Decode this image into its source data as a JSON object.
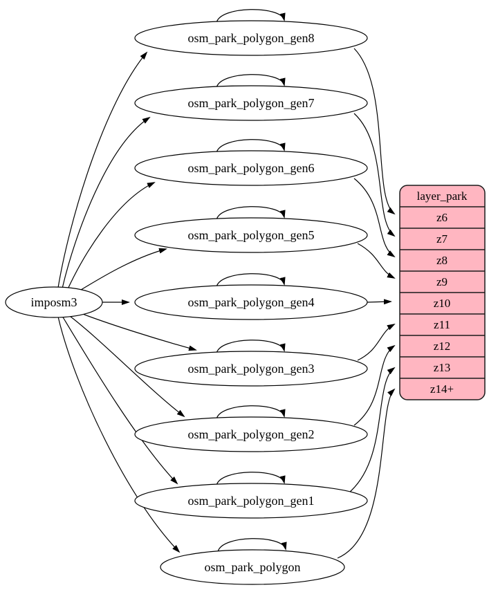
{
  "colors": {
    "background": "#ffffff",
    "node_fill": "#ffffff",
    "node_stroke": "#000000",
    "edge": "#000000",
    "text": "#000000",
    "layer_table_fill": "#ffb6c1",
    "layer_table_stroke": "#1a1a1a"
  },
  "source": {
    "label": "imposm3"
  },
  "tables": [
    {
      "label": "osm_park_polygon_gen8"
    },
    {
      "label": "osm_park_polygon_gen7"
    },
    {
      "label": "osm_park_polygon_gen6"
    },
    {
      "label": "osm_park_polygon_gen5"
    },
    {
      "label": "osm_park_polygon_gen4"
    },
    {
      "label": "osm_park_polygon_gen3"
    },
    {
      "label": "osm_park_polygon_gen2"
    },
    {
      "label": "osm_park_polygon_gen1"
    },
    {
      "label": "osm_park_polygon"
    }
  ],
  "layer": {
    "title": "layer_park",
    "rows": [
      {
        "label": "z6"
      },
      {
        "label": "z7"
      },
      {
        "label": "z8"
      },
      {
        "label": "z9"
      },
      {
        "label": "z10"
      },
      {
        "label": "z11"
      },
      {
        "label": "z12"
      },
      {
        "label": "z13"
      },
      {
        "label": "z14+"
      }
    ]
  },
  "edges": [
    {
      "from": "imposm3",
      "to": "osm_park_polygon_gen8"
    },
    {
      "from": "imposm3",
      "to": "osm_park_polygon_gen7"
    },
    {
      "from": "imposm3",
      "to": "osm_park_polygon_gen6"
    },
    {
      "from": "imposm3",
      "to": "osm_park_polygon_gen5"
    },
    {
      "from": "imposm3",
      "to": "osm_park_polygon_gen4"
    },
    {
      "from": "imposm3",
      "to": "osm_park_polygon_gen3"
    },
    {
      "from": "imposm3",
      "to": "osm_park_polygon_gen2"
    },
    {
      "from": "imposm3",
      "to": "osm_park_polygon_gen1"
    },
    {
      "from": "imposm3",
      "to": "osm_park_polygon"
    },
    {
      "from": "osm_park_polygon_gen8",
      "to": "osm_park_polygon_gen8"
    },
    {
      "from": "osm_park_polygon_gen7",
      "to": "osm_park_polygon_gen7"
    },
    {
      "from": "osm_park_polygon_gen6",
      "to": "osm_park_polygon_gen6"
    },
    {
      "from": "osm_park_polygon_gen5",
      "to": "osm_park_polygon_gen5"
    },
    {
      "from": "osm_park_polygon_gen4",
      "to": "osm_park_polygon_gen4"
    },
    {
      "from": "osm_park_polygon_gen3",
      "to": "osm_park_polygon_gen3"
    },
    {
      "from": "osm_park_polygon_gen2",
      "to": "osm_park_polygon_gen2"
    },
    {
      "from": "osm_park_polygon_gen1",
      "to": "osm_park_polygon_gen1"
    },
    {
      "from": "osm_park_polygon",
      "to": "osm_park_polygon"
    },
    {
      "from": "osm_park_polygon_gen8",
      "to": "layer_park.z6"
    },
    {
      "from": "osm_park_polygon_gen7",
      "to": "layer_park.z7"
    },
    {
      "from": "osm_park_polygon_gen6",
      "to": "layer_park.z8"
    },
    {
      "from": "osm_park_polygon_gen5",
      "to": "layer_park.z9"
    },
    {
      "from": "osm_park_polygon_gen4",
      "to": "layer_park.z10"
    },
    {
      "from": "osm_park_polygon_gen3",
      "to": "layer_park.z11"
    },
    {
      "from": "osm_park_polygon_gen2",
      "to": "layer_park.z12"
    },
    {
      "from": "osm_park_polygon_gen1",
      "to": "layer_park.z13"
    },
    {
      "from": "osm_park_polygon",
      "to": "layer_park.z14+"
    }
  ]
}
